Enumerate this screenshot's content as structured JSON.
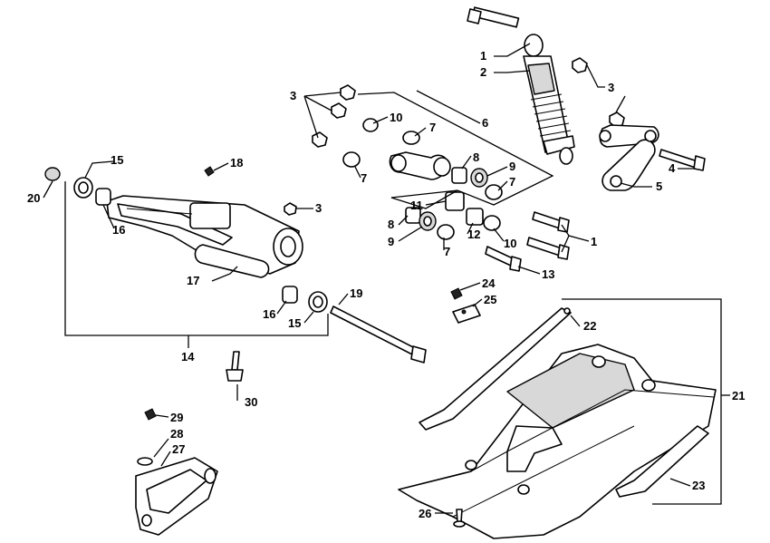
{
  "labels": {
    "p1a": "1",
    "p1b": "1",
    "p2": "2",
    "p3a": "3",
    "p3b": "3",
    "p3c": "3",
    "p4": "4",
    "p5": "5",
    "p6": "6",
    "p7a": "7",
    "p7b": "7",
    "p7c": "7",
    "p7d": "7",
    "p8a": "8",
    "p8b": "8",
    "p9a": "9",
    "p9b": "9",
    "p10a": "10",
    "p10b": "10",
    "p11": "11",
    "p12": "12",
    "p13": "13",
    "p14": "14",
    "p15a": "15",
    "p15b": "15",
    "p16a": "16",
    "p16b": "16",
    "p17": "17",
    "p18": "18",
    "p19": "19",
    "p20": "20",
    "p21": "21",
    "p22": "22",
    "p23": "23",
    "p24": "24",
    "p25": "25",
    "p26": "26",
    "p27": "27",
    "p28": "28",
    "p29": "29",
    "p30": "30"
  }
}
